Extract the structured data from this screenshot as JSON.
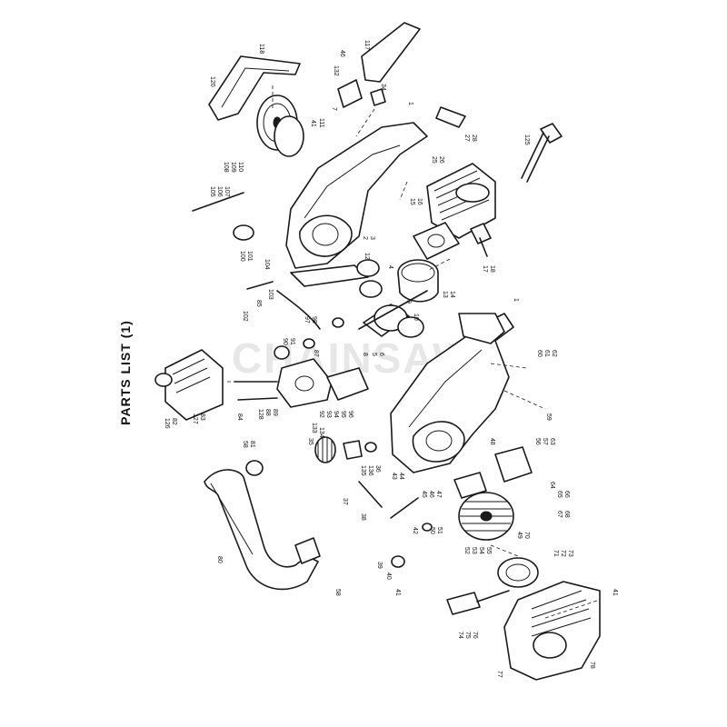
{
  "page_title": "PARTS LIST (1)",
  "watermark": "CHAINSAW",
  "callouts": [
    {
      "id": "callout-120",
      "text": "120"
    },
    {
      "id": "callout-118",
      "text": "118"
    },
    {
      "id": "callout-46",
      "text": "46"
    },
    {
      "id": "callout-117",
      "text": "117"
    },
    {
      "id": "callout-132",
      "text": "132"
    },
    {
      "id": "callout-34",
      "text": "34"
    },
    {
      "id": "callout-1a",
      "text": "1"
    },
    {
      "id": "callout-7",
      "text": "7"
    },
    {
      "id": "callout-41",
      "text": "41"
    },
    {
      "id": "callout-111",
      "text": "111"
    },
    {
      "id": "callout-27",
      "text": "27"
    },
    {
      "id": "callout-28",
      "text": "28"
    },
    {
      "id": "callout-125",
      "text": "125"
    },
    {
      "id": "callout-25",
      "text": "25"
    },
    {
      "id": "callout-26",
      "text": "26"
    },
    {
      "id": "callout-109",
      "text": "109"
    },
    {
      "id": "callout-110",
      "text": "110"
    },
    {
      "id": "callout-108",
      "text": "108"
    },
    {
      "id": "callout-105",
      "text": "105"
    },
    {
      "id": "callout-106",
      "text": "106"
    },
    {
      "id": "callout-107",
      "text": "107"
    },
    {
      "id": "callout-15",
      "text": "15"
    },
    {
      "id": "callout-16",
      "text": "16"
    },
    {
      "id": "callout-100",
      "text": "100"
    },
    {
      "id": "callout-101",
      "text": "101"
    },
    {
      "id": "callout-104",
      "text": "104"
    },
    {
      "id": "callout-2",
      "text": "2"
    },
    {
      "id": "callout-3",
      "text": "3"
    },
    {
      "id": "callout-12",
      "text": "12"
    },
    {
      "id": "callout-17",
      "text": "17"
    },
    {
      "id": "callout-18",
      "text": "18"
    },
    {
      "id": "callout-4",
      "text": "4"
    },
    {
      "id": "callout-13",
      "text": "13"
    },
    {
      "id": "callout-14",
      "text": "14"
    },
    {
      "id": "callout-102",
      "text": "102"
    },
    {
      "id": "callout-103",
      "text": "103"
    },
    {
      "id": "callout-85",
      "text": "85"
    },
    {
      "id": "callout-97",
      "text": "97"
    },
    {
      "id": "callout-98",
      "text": "98"
    },
    {
      "id": "callout-9",
      "text": "9"
    },
    {
      "id": "callout-10",
      "text": "10"
    },
    {
      "id": "callout-1b",
      "text": "1"
    },
    {
      "id": "callout-90",
      "text": "90"
    },
    {
      "id": "callout-91",
      "text": "91"
    },
    {
      "id": "callout-87",
      "text": "87"
    },
    {
      "id": "callout-8",
      "text": "8"
    },
    {
      "id": "callout-5",
      "text": "5"
    },
    {
      "id": "callout-6",
      "text": "6"
    },
    {
      "id": "callout-60",
      "text": "60"
    },
    {
      "id": "callout-61",
      "text": "61"
    },
    {
      "id": "callout-62",
      "text": "62"
    },
    {
      "id": "callout-126",
      "text": "126"
    },
    {
      "id": "callout-82",
      "text": "82"
    },
    {
      "id": "callout-127",
      "text": "127"
    },
    {
      "id": "callout-83",
      "text": "83"
    },
    {
      "id": "callout-84",
      "text": "84"
    },
    {
      "id": "callout-128",
      "text": "128"
    },
    {
      "id": "callout-88",
      "text": "88"
    },
    {
      "id": "callout-89",
      "text": "89"
    },
    {
      "id": "callout-92",
      "text": "92"
    },
    {
      "id": "callout-93",
      "text": "93"
    },
    {
      "id": "callout-94",
      "text": "94"
    },
    {
      "id": "callout-95",
      "text": "95"
    },
    {
      "id": "callout-96",
      "text": "96"
    },
    {
      "id": "callout-133",
      "text": "133"
    },
    {
      "id": "callout-134",
      "text": "134"
    },
    {
      "id": "callout-59",
      "text": "59"
    },
    {
      "id": "callout-58",
      "text": "58"
    },
    {
      "id": "callout-81",
      "text": "81"
    },
    {
      "id": "callout-35",
      "text": "35"
    },
    {
      "id": "callout-135",
      "text": "135"
    },
    {
      "id": "callout-136",
      "text": "136"
    },
    {
      "id": "callout-36",
      "text": "36"
    },
    {
      "id": "callout-43",
      "text": "43"
    },
    {
      "id": "callout-44",
      "text": "44"
    },
    {
      "id": "callout-48",
      "text": "48"
    },
    {
      "id": "callout-56",
      "text": "56"
    },
    {
      "id": "callout-57",
      "text": "57"
    },
    {
      "id": "callout-63",
      "text": "63"
    },
    {
      "id": "callout-45",
      "text": "45"
    },
    {
      "id": "callout-46b",
      "text": "46"
    },
    {
      "id": "callout-47",
      "text": "47"
    },
    {
      "id": "callout-37",
      "text": "37"
    },
    {
      "id": "callout-64",
      "text": "64"
    },
    {
      "id": "callout-65",
      "text": "65"
    },
    {
      "id": "callout-66",
      "text": "66"
    },
    {
      "id": "callout-67",
      "text": "67"
    },
    {
      "id": "callout-68",
      "text": "68"
    },
    {
      "id": "callout-38",
      "text": "38"
    },
    {
      "id": "callout-42",
      "text": "42"
    },
    {
      "id": "callout-50",
      "text": "50"
    },
    {
      "id": "callout-51",
      "text": "51"
    },
    {
      "id": "callout-49",
      "text": "49"
    },
    {
      "id": "callout-70",
      "text": "70"
    },
    {
      "id": "callout-52",
      "text": "52"
    },
    {
      "id": "callout-53",
      "text": "53"
    },
    {
      "id": "callout-54",
      "text": "54"
    },
    {
      "id": "callout-55",
      "text": "55"
    },
    {
      "id": "callout-80",
      "text": "80"
    },
    {
      "id": "callout-71",
      "text": "71"
    },
    {
      "id": "callout-72",
      "text": "72"
    },
    {
      "id": "callout-73",
      "text": "73"
    },
    {
      "id": "callout-39",
      "text": "39"
    },
    {
      "id": "callout-40",
      "text": "40"
    },
    {
      "id": "callout-41b",
      "text": "41"
    },
    {
      "id": "callout-41c",
      "text": "41"
    },
    {
      "id": "callout-58b",
      "text": "58"
    },
    {
      "id": "callout-74",
      "text": "74"
    },
    {
      "id": "callout-75",
      "text": "75"
    },
    {
      "id": "callout-76",
      "text": "76"
    },
    {
      "id": "callout-77",
      "text": "77"
    },
    {
      "id": "callout-78",
      "text": "78"
    }
  ]
}
